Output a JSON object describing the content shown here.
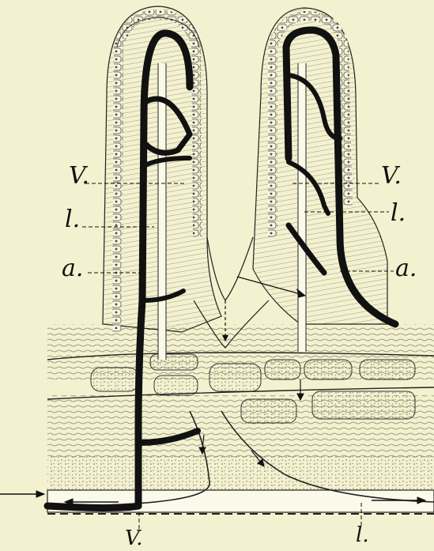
{
  "labels": {
    "left_v": "V.",
    "left_l": "l.",
    "left_a": "a.",
    "right_v": "V.",
    "right_l": "l.",
    "right_a": "a.",
    "bottom_v": "V.",
    "bottom_l": "l."
  },
  "colors": {
    "background": "#f3f1cf",
    "ink": "#111111",
    "tissue": "#e9e6c3",
    "lumen": "#fbfaea"
  }
}
